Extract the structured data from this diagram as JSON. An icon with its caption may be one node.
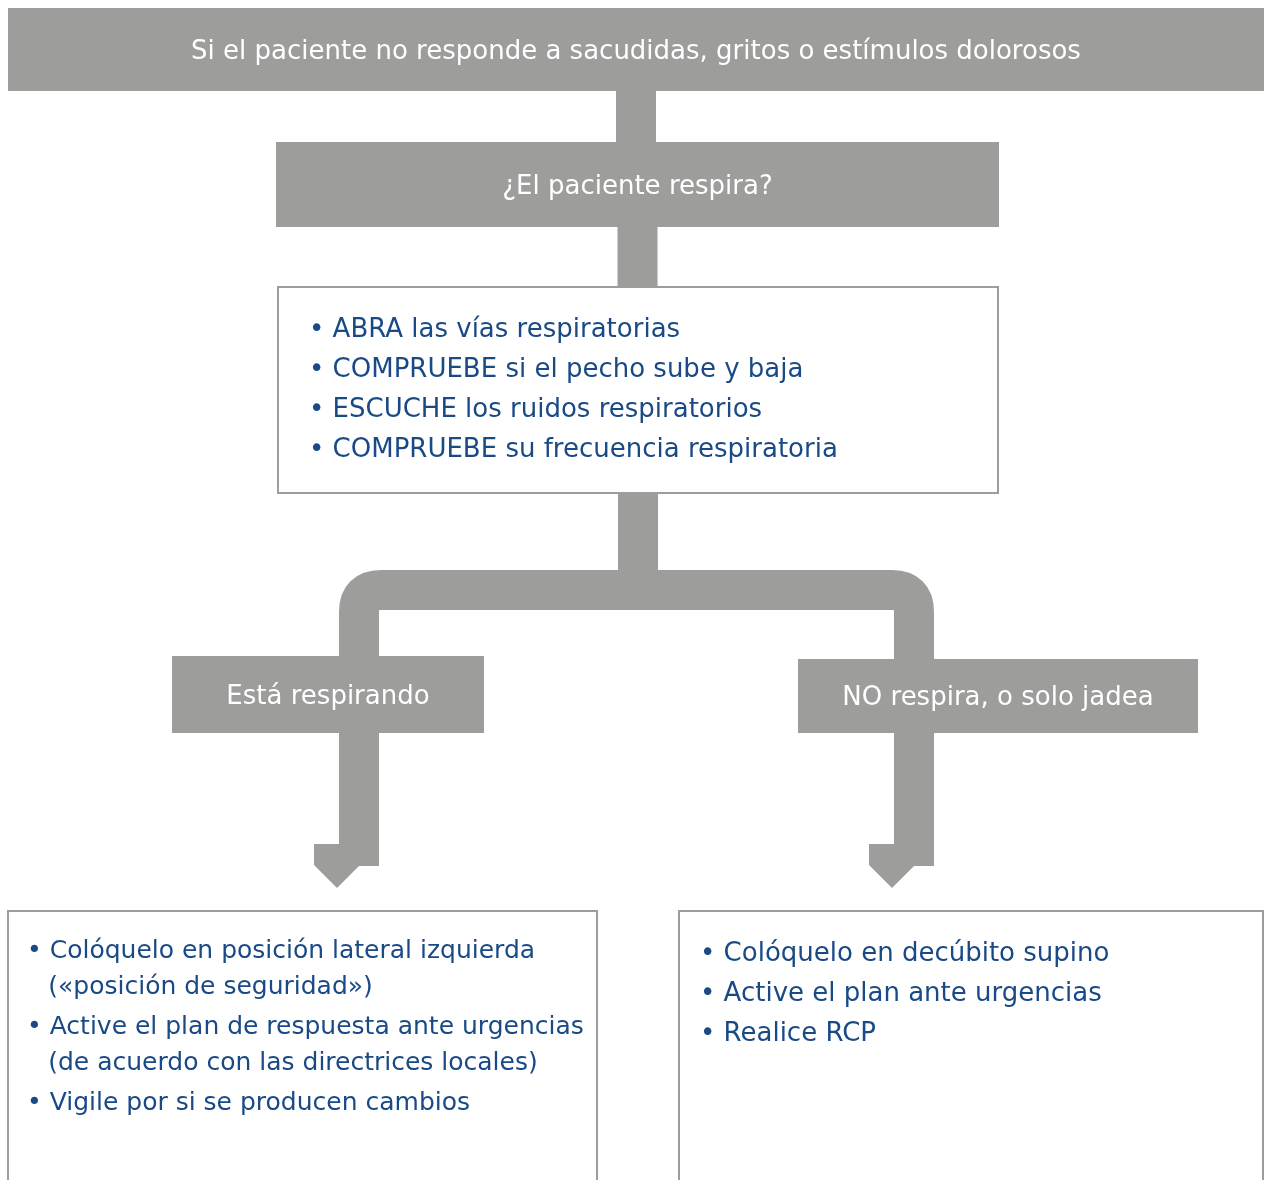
{
  "diagram": {
    "nodes": [
      {
        "text": [
          "Si el paciente no responde a sacudidas, gritos o estímulos dolorosos"
        ]
      },
      {
        "text": [
          "¿El paciente respira?"
        ]
      },
      {
        "text": [
          "• ABRA las vías respiratorias",
          "• COMPRUEBE si el pecho sube y baja",
          "• ESCUCHE los ruidos respiratorios",
          "• COMPRUEBE su frecuencia respiratoria"
        ]
      },
      {
        "text": [
          "Está respirando"
        ]
      },
      {
        "text": [
          "NO respira, o solo jadea"
        ]
      },
      {
        "text": [
          "• Colóquelo en posición lateral izquierda («posición de seguridad»)",
          "• Active el plan de respuesta ante urgencias (de acuerdo con las directrices locales)",
          "• Vigile por si se producen cambios"
        ]
      },
      {
        "text": [
          "• Colóquelo en decúbito supino",
          "• Active el plan ante urgencias",
          "• Realice RCP"
        ]
      }
    ],
    "edges": [
      {
        "from": 0,
        "to": 1,
        "arrow": "none"
      },
      {
        "from": 1,
        "to": 2,
        "arrow": "none"
      },
      {
        "from": 2,
        "to": 3,
        "arrow": "none"
      },
      {
        "from": 2,
        "to": 4,
        "arrow": "none"
      },
      {
        "from": 3,
        "to": 5,
        "arrow": "to"
      },
      {
        "from": 4,
        "to": 6,
        "arrow": "to"
      }
    ]
  }
}
